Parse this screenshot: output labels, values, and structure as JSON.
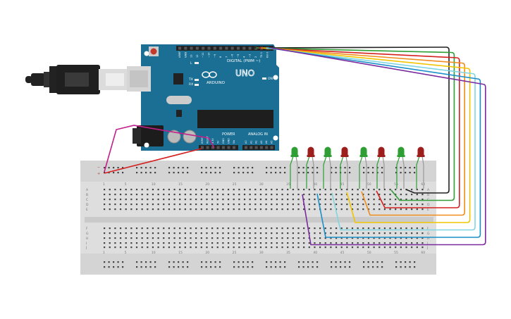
{
  "board": {
    "digital_label": "DIGITAL (PWM ~)",
    "uno_label": "UNO",
    "brand_label": "ARDUINO",
    "power_label": "POWER",
    "analog_label": "ANALOG IN",
    "on_label": "ON",
    "tx_label": "TX",
    "rx_label": "RX",
    "l_label": "L",
    "digital_pins": [
      "AREF",
      "GND",
      "13",
      "12",
      "~11",
      "~10",
      "~9",
      "8",
      "7",
      "~6",
      "~5",
      "4",
      "~3",
      "2",
      "TX 1",
      "RX 0"
    ],
    "power_pins": [
      "IOREF",
      "RESET",
      "3.3V",
      "5V",
      "GND",
      "GND",
      "Vin"
    ],
    "analog_pins": [
      "A0",
      "A1",
      "A2",
      "A3",
      "A4",
      "A5"
    ]
  },
  "breadboard": {
    "column_numbers_top": [
      "1",
      "5",
      "10",
      "15",
      "20",
      "25",
      "30",
      "35",
      "40",
      "45",
      "50",
      "55",
      "60"
    ],
    "column_numbers_bottom": [
      "1",
      "5",
      "10",
      "15",
      "20",
      "25",
      "30",
      "35",
      "40",
      "45",
      "50",
      "55",
      "60"
    ],
    "row_letters_top": [
      "A",
      "B",
      "C",
      "D",
      "E"
    ],
    "row_letters_bottom": [
      "F",
      "G",
      "H",
      "I",
      "J"
    ]
  },
  "leds": [
    {
      "color": "green",
      "hex": "#2e9e35"
    },
    {
      "color": "red",
      "hex": "#9e1e1e"
    },
    {
      "color": "green",
      "hex": "#2e9e35"
    },
    {
      "color": "red",
      "hex": "#9e1e1e"
    },
    {
      "color": "green",
      "hex": "#2e9e35"
    },
    {
      "color": "red",
      "hex": "#9e1e1e"
    },
    {
      "color": "green",
      "hex": "#2e9e35"
    },
    {
      "color": "red",
      "hex": "#9e1e1e"
    }
  ],
  "wire_colors": [
    "#222222",
    "#2e9e35",
    "#d42020",
    "#f08c1c",
    "#f2c400",
    "#7fd6e0",
    "#1a8fc9",
    "#7a2a9e"
  ],
  "ground_wire_color": "#d42020",
  "magenta_wire_color": "#c21f8a",
  "led_ground_color": "#2e9e35"
}
